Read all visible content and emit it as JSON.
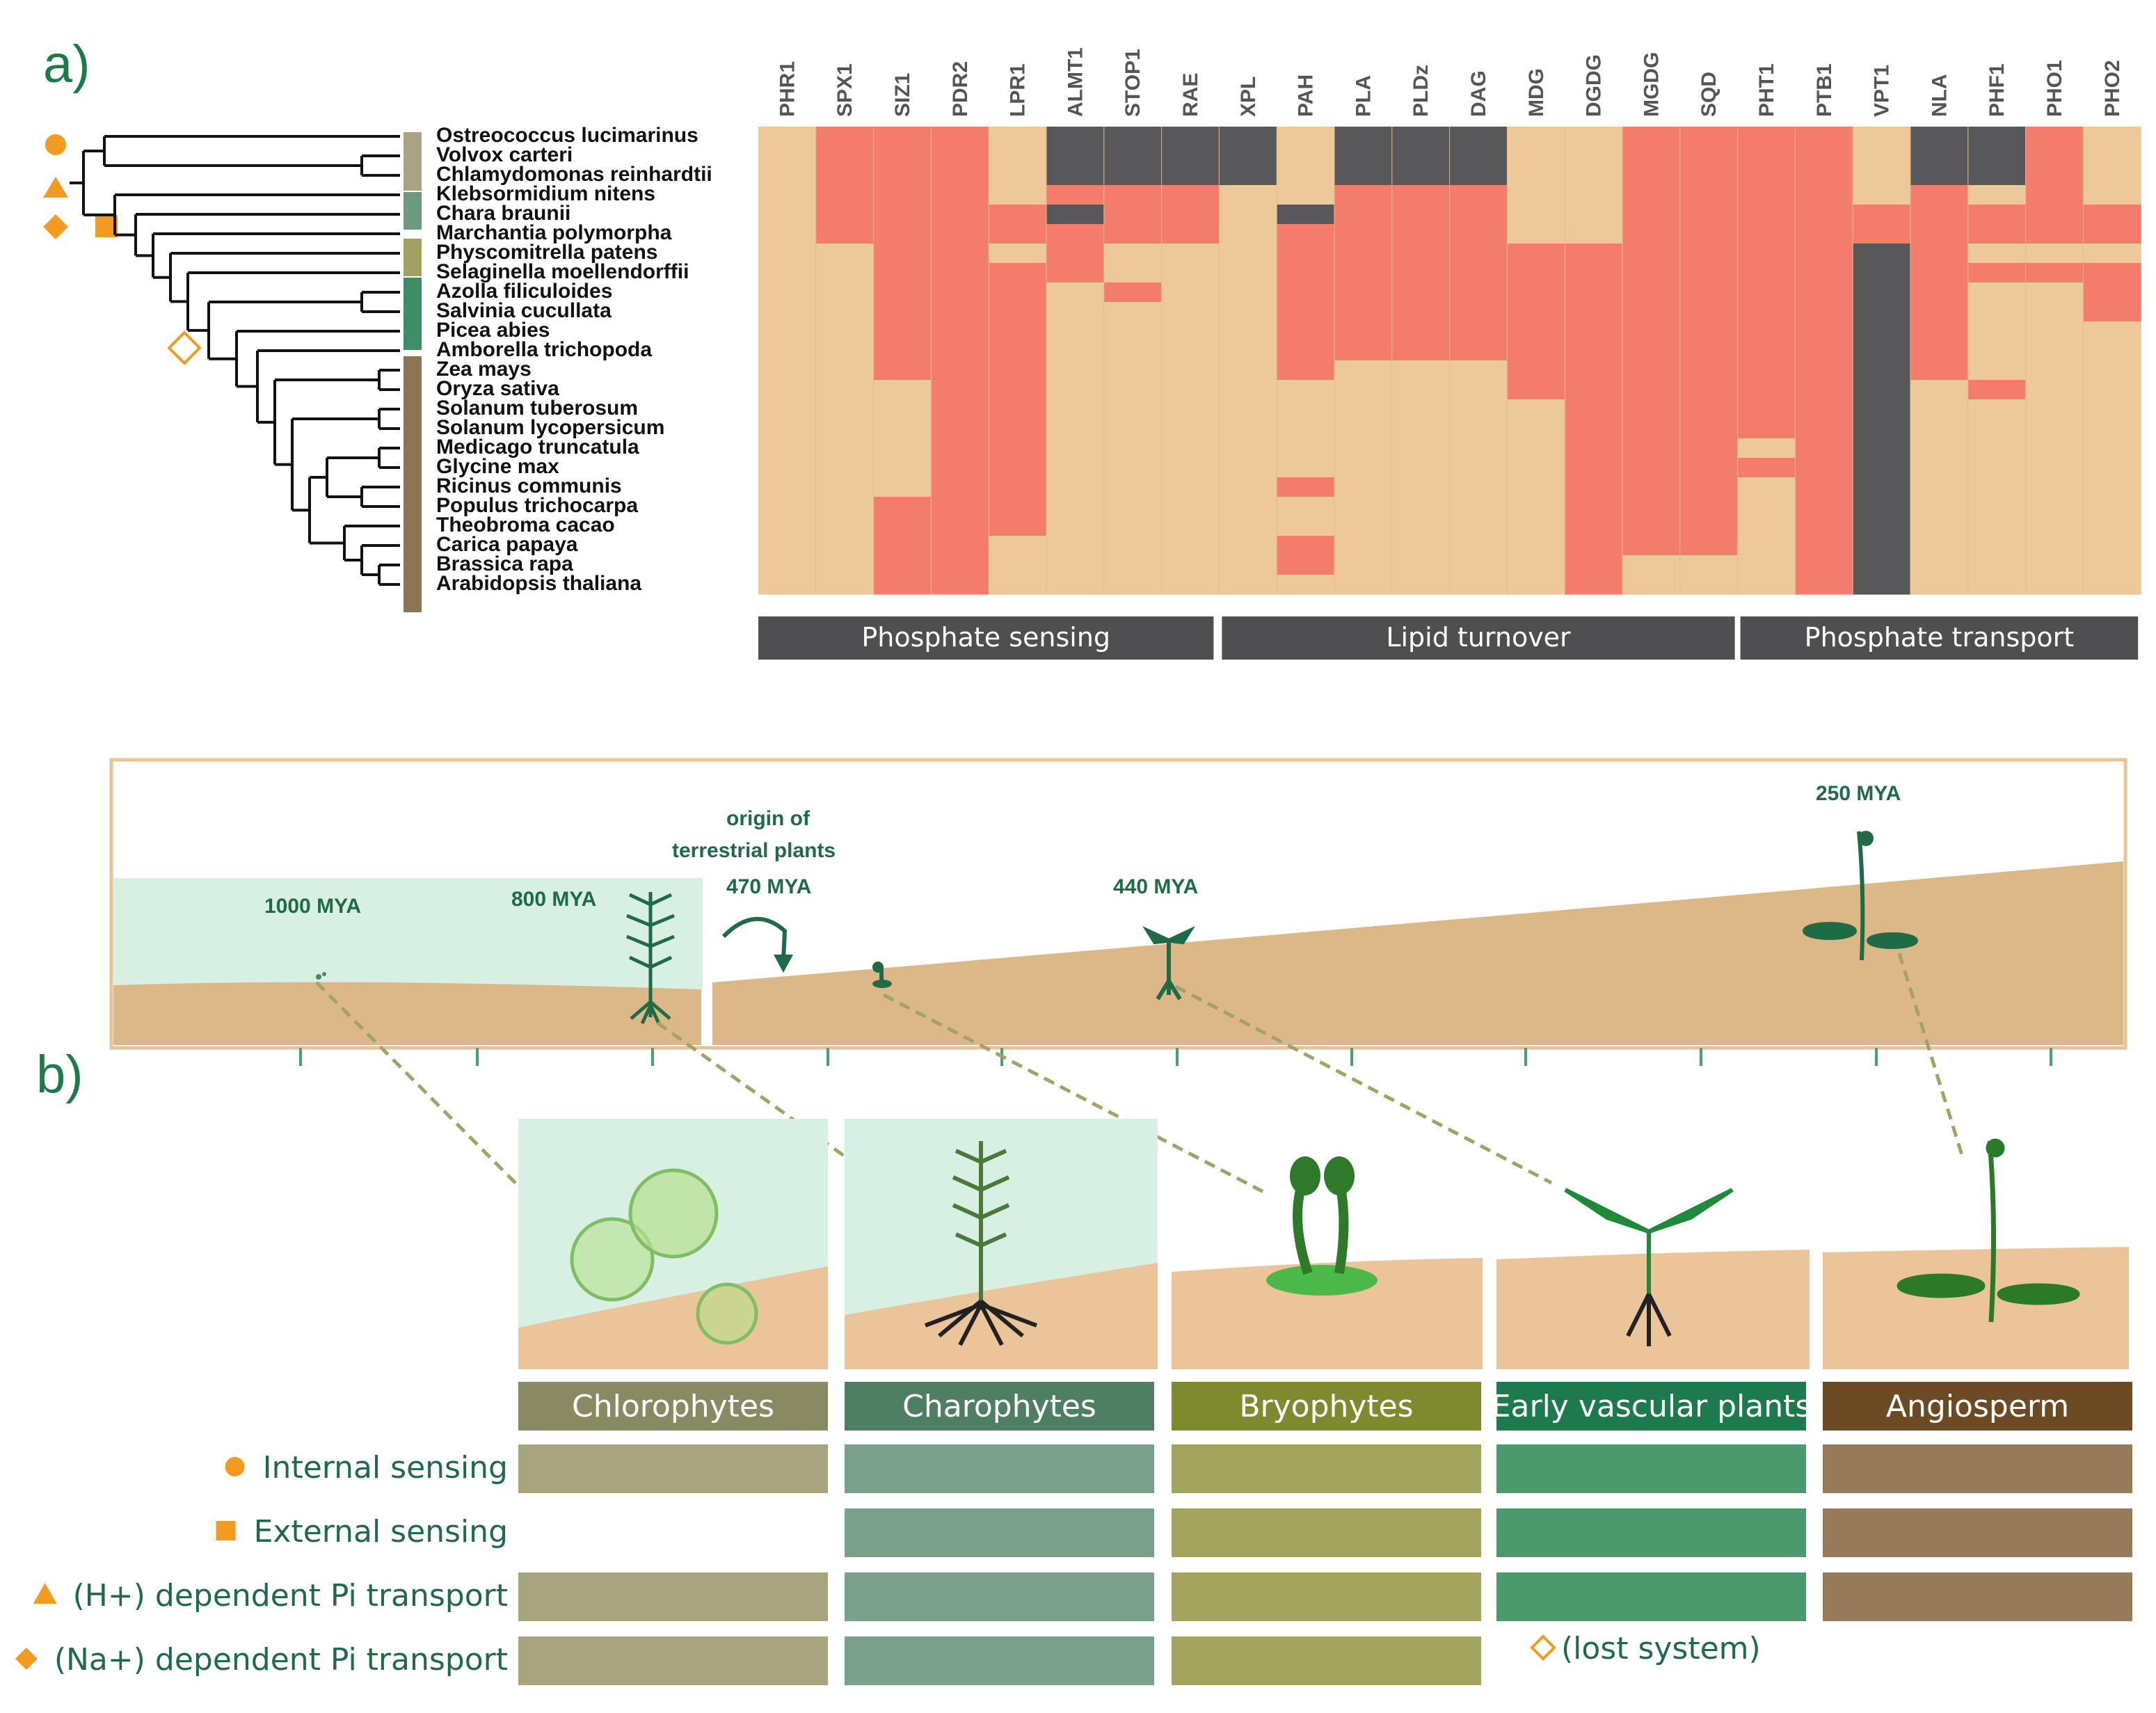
{
  "panel_a": {
    "label": "a)",
    "genes": [
      "PHR1",
      "SPX1",
      "SIZ1",
      "PDR2",
      "LPR1",
      "ALMT1",
      "STOP1",
      "RAE",
      "XPL",
      "PAH",
      "PLA",
      "PLDz",
      "DAG",
      "MDG",
      "DGDG",
      "MGDG",
      "SQD",
      "PHT1",
      "PTB1",
      "VPT1",
      "NLA",
      "PHF1",
      "PHO1",
      "PHO2"
    ],
    "species": [
      "Ostreococcus lucimarinus",
      "Volvox carteri",
      "Chlamydomonas reinhardtii",
      "Klebsormidium nitens",
      "Chara braunii",
      "Marchantia polymorpha",
      "Physcomitrella patens",
      "Selaginella moellendorffii",
      "Azolla filiculoides",
      "Salvinia cucullata",
      "Picea abies",
      "Amborella trichopoda",
      "Zea mays",
      "Oryza sativa",
      "Solanum tuberosum",
      "Solanum lycopersicum",
      "Medicago truncatula",
      "Glycine max",
      "Ricinus communis",
      "Populus trichocarpa",
      "Theobroma cacao",
      "Carica papaya",
      "Brassica rapa",
      "Arabidopsis thaliana"
    ],
    "highlight_species": {
      "Marchantia polymorpha": "#e8434a",
      "Arabidopsis thaliana": "#3f8f3a"
    },
    "categories": [
      "Phosphate sensing",
      "Lipid turnover",
      "Phosphate transport"
    ],
    "colors": {
      "present": "#edc898",
      "expanded": "#f47c6c",
      "absent": "#58585a",
      "category_bar": "#4f4f51"
    },
    "matrix": [
      ".RRR.AAAA.AAA..RRRR.AAR.",
      ".RRR.AAAA.AAA..RRRR.AAR.",
      ".RRR.AAAA.AAA..RRRR.AAR.",
      ".RRR.RRR..RRR..RRRR.R.R.",
      ".RRRRARR.ARRR..RRRRRRRRR",
      ".RRRRRRR.RRRR..RRRRRRRRR",
      "..RR.R...RRRRRRRRRRAR...",
      "..RRRR...RRRRRRRRRRARRRR",
      "..RRR.R..RRRRRRRRRRAR..R",
      "..RRR....RRRRRRRRRRAR..R",
      "..RRR....RRRRRRRRRRAR...",
      "..RRR....RRRRRRRRRRAR...",
      "..RRR....R...RRRRRRAR...",
      "...RR........RRRRRRA.R..",
      "...RR.........RRRRRA....",
      "...RR.........RRRRRA....",
      "...RR.........RRR.RA....",
      "...RR.........RRRRRA....",
      "...RR....R....RRR.RA....",
      "..RRR.........RRR.RA....",
      "..RRR.........RRR.RA....",
      "..RR.....R....RRR.RA....",
      "..RR.....R....R...RA....",
      "..RR..........R...RA...."
    ],
    "phylo_markers": [
      "circle",
      "triangle",
      "diamond",
      "square",
      "open-diamond"
    ],
    "clade_colors": [
      "#a8a481",
      "#6e9a80",
      "#9fa260",
      "#3f8f66",
      "#8c7553"
    ]
  },
  "panel_b": {
    "label": "b)",
    "timeline_labels": {
      "mya_1000": "1000 MYA",
      "mya_800": "800 MYA",
      "origin_1": "origin of",
      "origin_2": "terrestrial  plants",
      "mya_470": "470 MYA",
      "mya_440": "440 MYA",
      "mya_250": "250 MYA"
    },
    "groups": [
      {
        "name": "Chlorophytes",
        "color": "#8a8a62",
        "cell": "#a8a47e"
      },
      {
        "name": "Charophytes",
        "color": "#4f7f63",
        "cell": "#78a08a"
      },
      {
        "name": "Bryophytes",
        "color": "#7f8a2e",
        "cell": "#a3a55e"
      },
      {
        "name": "Early vascular plants",
        "color": "#1d7a4d",
        "cell": "#4a9a6e"
      },
      {
        "name": "Angiosperm",
        "color": "#6b4a24",
        "cell": "#98795a"
      }
    ],
    "features": [
      {
        "label": "Internal sensing",
        "marker": "circle",
        "present": [
          true,
          true,
          true,
          true,
          true
        ]
      },
      {
        "label": "External sensing",
        "marker": "square",
        "present": [
          false,
          true,
          true,
          true,
          true
        ]
      },
      {
        "label": "(H+) dependent Pi  transport",
        "marker": "triangle",
        "present": [
          true,
          true,
          true,
          true,
          true
        ]
      },
      {
        "label": "(Na+) dependent Pi  transport",
        "marker": "diamond",
        "present": [
          true,
          true,
          true,
          false,
          false
        ]
      }
    ],
    "lost_system_label": "(lost system)",
    "marker_color": "#f39a21"
  }
}
